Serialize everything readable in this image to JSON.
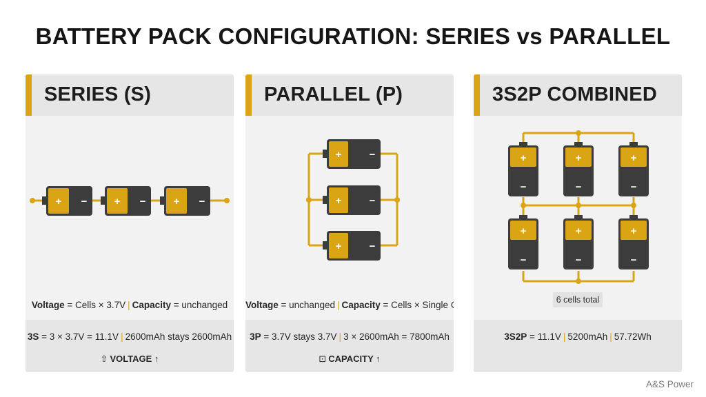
{
  "title": "BATTERY PACK CONFIGURATION: SERIES vs PARALLEL",
  "colors": {
    "accent": "#d9a514",
    "battery_body": "#3c3c3c",
    "panel": "#f2f2f2",
    "header": "#e6e6e6"
  },
  "panels": [
    {
      "title": "SERIES (S)",
      "rule": {
        "voltage_label": "Voltage",
        "voltage_rule": " = Cells × 3.7V",
        "capacity_label": "Capacity",
        "capacity_rule": " = unchanged"
      },
      "result": {
        "label": "3S",
        "text": " = 3 × 3.7V = 11.1V",
        "text2": "2600mAh stays 2600mAh"
      },
      "tag": {
        "icon": "trend-up-icon",
        "text": "VOLTAGE ↑"
      }
    },
    {
      "title": "PARALLEL (P)",
      "rule": {
        "voltage_label": "Voltage",
        "voltage_rule": " = unchanged",
        "capacity_label": "Capacity",
        "capacity_rule": " = Cells × Single Cell"
      },
      "result": {
        "label": "3P",
        "text": " = 3.7V stays 3.7V",
        "text2": "3 × 2600mAh = 7800mAh"
      },
      "tag": {
        "icon": "battery-charge-icon",
        "text": "CAPACITY ↑"
      }
    },
    {
      "title": "3S2P COMBINED",
      "cells_total": "6 cells total",
      "result": {
        "label": "3S2P",
        "text": " = 11.1V",
        "text2": "5200mAh",
        "text3": "57.72Wh"
      }
    }
  ],
  "battery_symbols": {
    "plus": "+",
    "minus": "−"
  },
  "brand": "A&S Power"
}
